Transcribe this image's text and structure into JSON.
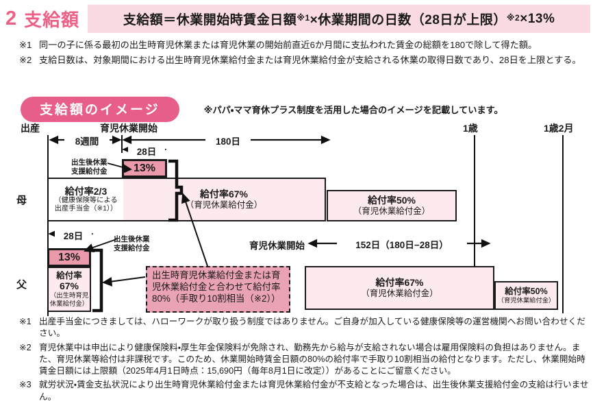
{
  "colors": {
    "accent_pink": "#ee5f86",
    "badge_pink": "#e75f88",
    "formula_bg": "#fadbe2",
    "bar_light_pink": "#fdeaee",
    "box_mid_pink": "#eb9aac",
    "callout_pink": "#eaa2b5",
    "ink": "#1a1a1a"
  },
  "header": {
    "section_no": "2",
    "title": "支給額",
    "formula": {
      "p1": "支給額＝休業開始時賃金日額",
      "s1": "※1",
      "p2": "×休業期間の日数（28日が上限）",
      "s2": "※2",
      "p3": "×13%"
    }
  },
  "top_notes": [
    {
      "marker": "※1",
      "text": "同一の子に係る最初の出生時育児休業または育児休業の開始前直近6か月間に支払われた賃金の総額を180で除して得た額。"
    },
    {
      "marker": "※2",
      "text": "支給日数は、対象期間における出生時育児休業給付金または育児休業給付金が支給される休業の取得日数であり、28日を上限とする。"
    }
  ],
  "image_section": {
    "badge": "支給額のイメージ",
    "badge_note": "※パパ・ママ育休プラス制度を活用した場合のイメージを記載しています。"
  },
  "timeline": {
    "birth": "出産",
    "leave_start": "育児休業開始",
    "age1": "1歳",
    "age1m2": "1歳2月"
  },
  "arrows": {
    "weeks8": "8週間",
    "days180": "180日",
    "days28_mother": "28日",
    "days28_father": "28日",
    "leave_start_father": "育児休業開始",
    "days152": "152日（180日−28日）"
  },
  "mother": {
    "label": "母",
    "support_l1": "出生後休業",
    "support_l2": "支援給付金",
    "rate13": "13%",
    "r23": "給付率2/3",
    "r23s1": "（健康保険等による",
    "r23s2": "出産手当金（※1））",
    "r67": "給付率67%",
    "r67s": "（育児休業給付金）",
    "r50": "給付率50%",
    "r50s": "（育児休業給付金）"
  },
  "father": {
    "label": "父",
    "support_l1": "出生後休業",
    "support_l2": "支援給付金",
    "rate13": "13%",
    "col1": "給付率",
    "col2": "67%",
    "col3": "（出生時育児",
    "col4": "休業給付金）",
    "r67": "給付率67%",
    "r67s": "（育児休業給付金）",
    "r50": "給付率50%",
    "r50s": "（育児休業給付金）"
  },
  "callout": {
    "text": "出生時育児休業給付金または育児休業給付金と合わせて給付率 80%（手取り10割相当（※2））"
  },
  "bottom_notes": [
    {
      "marker": "※1",
      "text": "出産手当金につきましては、ハローワークが取り扱う制度ではありません。ご自身が加入している健康保険等の運営機関へお問い合わせください。"
    },
    {
      "marker": "※2",
      "text": "育児休業中は申出により健康保険料・厚生年金保険料が免除され、勤務先から給与が支給されない場合は雇用保険料の負担はありません。また、育児休業等給付は非課税です。このため、休業開始時賃金日額の80%の給付率で手取り10割相当の給付となります。ただし、休業開始時賃金日額には上限額（2025年4月1日時点：15,690円（毎年8月1日に改定））があることにご留意ください。"
    },
    {
      "marker": "※3",
      "text": "就労状況・賃金支払状況により出生時育児休業給付金または育児休業給付金が不支給となった場合は、出生後休業支援給付金の支給は行いません。"
    }
  ]
}
